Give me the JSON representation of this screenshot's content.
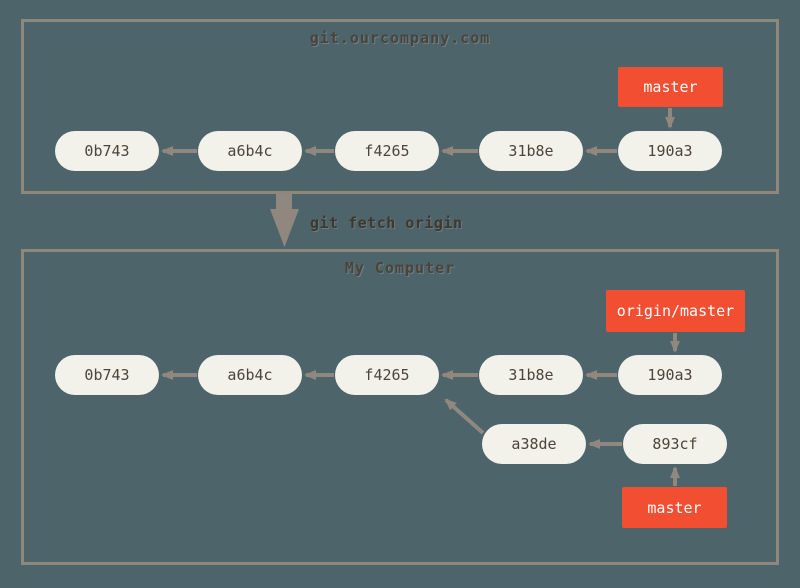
{
  "colors": {
    "background": "#4d646b",
    "box_border": "#8e877b",
    "node_fill": "#f2f1ea",
    "node_text": "#4d4539",
    "branch_fill": "#f14e32",
    "branch_text": "#ffffff",
    "arrow": "#90887e",
    "title_text": "#4a4339",
    "label_text": "#3f382e"
  },
  "remote": {
    "title": "git.ourcompany.com",
    "branch_label": "master",
    "commits": [
      "0b743",
      "a6b4c",
      "f4265",
      "31b8e",
      "190a3"
    ]
  },
  "action_label": "git fetch origin",
  "local": {
    "title": "My Computer",
    "remote_branch_label": "origin/master",
    "branch_label": "master",
    "commits": [
      "0b743",
      "a6b4c",
      "f4265",
      "31b8e",
      "190a3"
    ],
    "new_commits": [
      "a38de",
      "893cf"
    ]
  }
}
